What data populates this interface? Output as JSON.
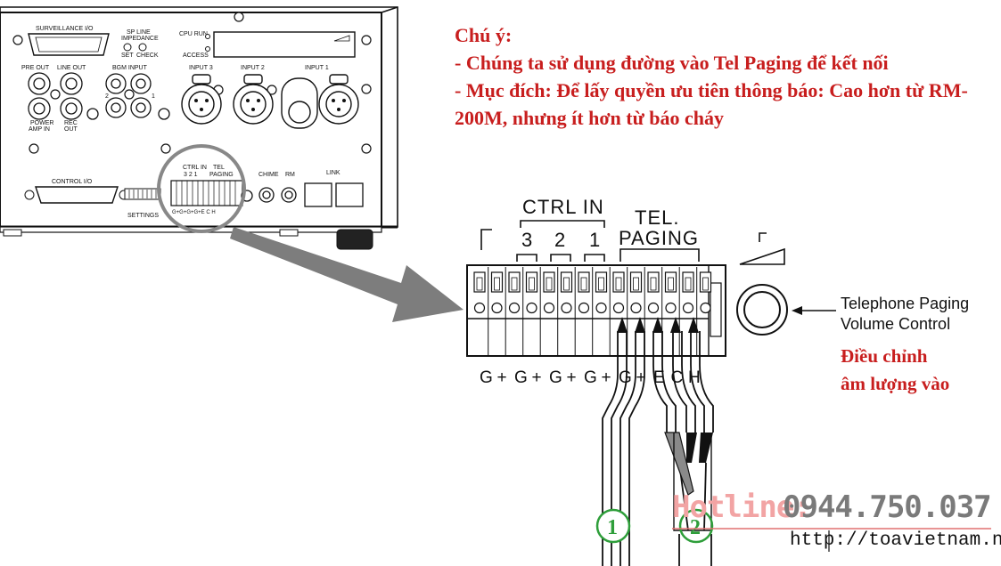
{
  "note": {
    "heading": "Chú ý:",
    "line1": "- Chúng ta sử dụng đường vào Tel Paging để kết nối",
    "line2": "- Mục đích: Để lấy quyền ưu tiên thông báo: Cao hơn từ RM-200M, nhưng ít hơn từ báo cháy"
  },
  "panel": {
    "surveillance": "SURVEILLANCE I/O",
    "sp_line": "SP LINE",
    "impedance": "IMPEDANCE",
    "set": "SET",
    "check": "CHECK",
    "cpu_run": "CPU RUN",
    "access": "ACCESS",
    "pre_out": "PRE OUT",
    "line_out": "LINE OUT",
    "bgm_input": "BGM INPUT",
    "input3": "INPUT 3",
    "input2": "INPUT 2",
    "input1": "INPUT 1",
    "power": "POWER",
    "amp_in": "AMP IN",
    "rec": "REC",
    "out": "OUT",
    "bgm2": "2",
    "bgm1": "1",
    "control_io": "CONTROL I/O",
    "settings": "SETTINGS",
    "ctrl_in_small": "CTRL IN",
    "tel_small": "TEL",
    "paging_small": "PAGING",
    "nums_small": "3  2  1",
    "pins_small": "G+G+G+G+E C H",
    "chime": "CHIME",
    "rm": "RM",
    "link": "LINK"
  },
  "terminal": {
    "ctrl_in": "CTRL IN",
    "tel": "TEL.",
    "paging": "PAGING",
    "n3": "3",
    "n2": "2",
    "n1": "1",
    "pins": [
      "G",
      "+",
      "G",
      "+",
      "G",
      "+",
      "G",
      "+",
      "G",
      "+",
      "E",
      "C",
      "H"
    ]
  },
  "volume": {
    "en_line1": "Telephone Paging",
    "en_line2": "Volume Control",
    "vi_line1": "Điều chỉnh",
    "vi_line2": "âm lượng vào"
  },
  "markers": {
    "one": "1",
    "two": "2"
  },
  "footer": {
    "hotline_label": "Hotline:",
    "hotline_number": "0944.750.037",
    "url": "http://toavietnam.net"
  },
  "colors": {
    "note_red": "#c81e1e",
    "marker_green": "#2e9e3a",
    "arrow_gray": "#7d7d7d"
  }
}
